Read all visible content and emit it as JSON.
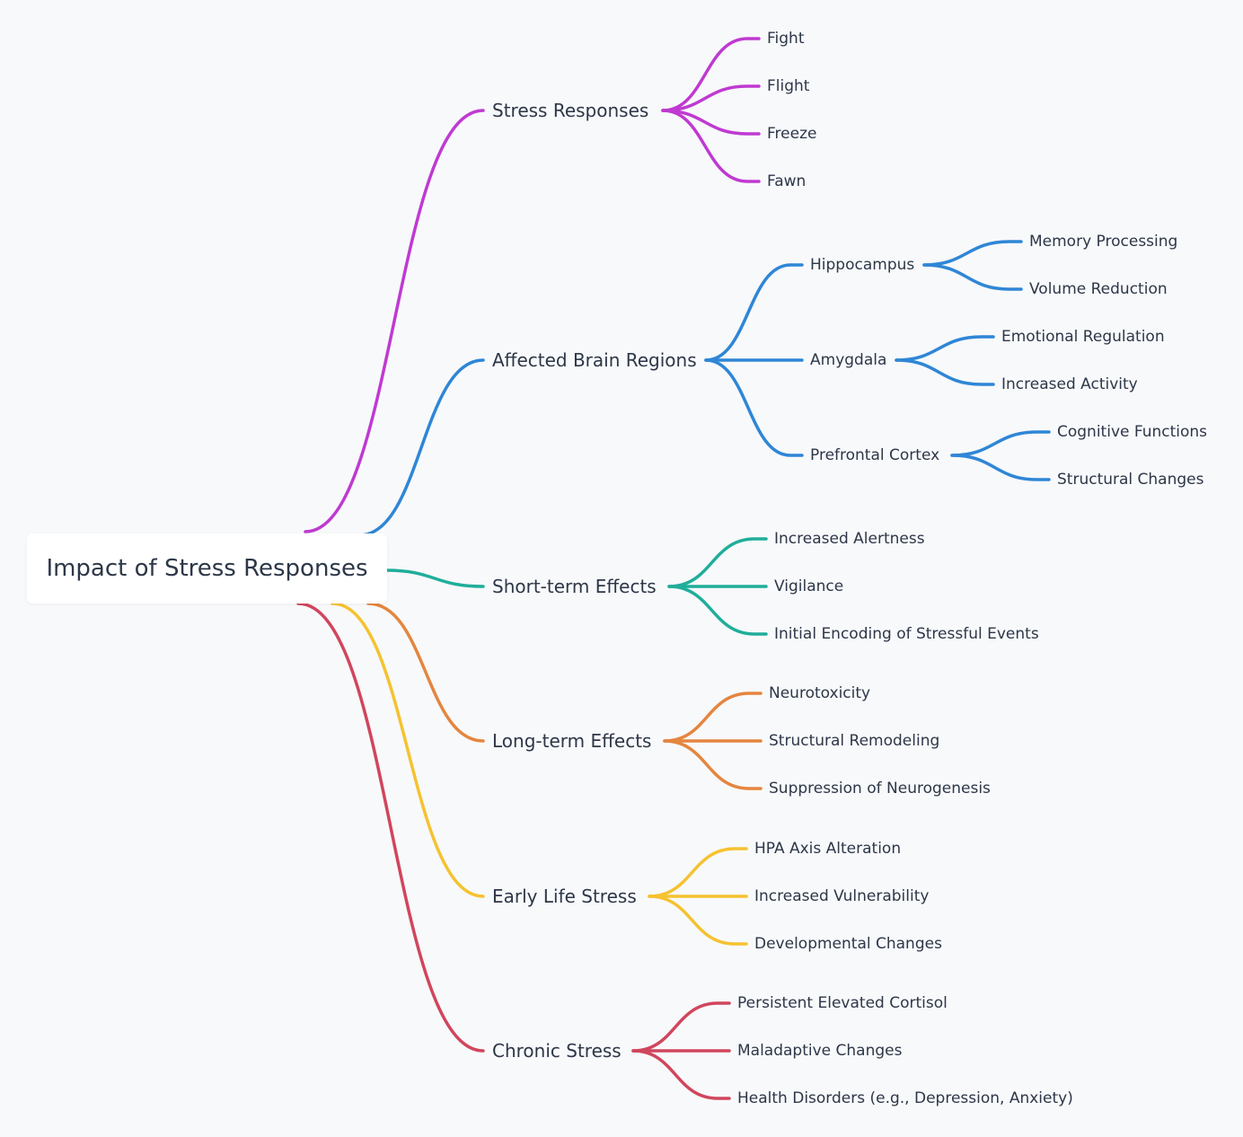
{
  "root": {
    "label": "Impact of Stress Responses"
  },
  "branches": [
    {
      "key": "stress-responses",
      "label": "Stress Responses",
      "color": "#bf3ad1",
      "children": [
        {
          "label": "Fight"
        },
        {
          "label": "Flight"
        },
        {
          "label": "Freeze"
        },
        {
          "label": "Fawn"
        }
      ]
    },
    {
      "key": "affected-brain-regions",
      "label": "Affected Brain Regions",
      "color": "#2f86d6",
      "children": [
        {
          "label": "Hippocampus",
          "children": [
            {
              "label": "Memory Processing"
            },
            {
              "label": "Volume Reduction"
            }
          ]
        },
        {
          "label": "Amygdala",
          "children": [
            {
              "label": "Emotional Regulation"
            },
            {
              "label": "Increased Activity"
            }
          ]
        },
        {
          "label": "Prefrontal Cortex",
          "children": [
            {
              "label": "Cognitive Functions"
            },
            {
              "label": "Structural Changes"
            }
          ]
        }
      ]
    },
    {
      "key": "short-term-effects",
      "label": "Short-term Effects",
      "color": "#1fae9a",
      "children": [
        {
          "label": "Increased Alertness"
        },
        {
          "label": "Vigilance"
        },
        {
          "label": "Initial Encoding of Stressful Events"
        }
      ]
    },
    {
      "key": "long-term-effects",
      "label": "Long-term Effects",
      "color": "#e5853f",
      "children": [
        {
          "label": "Neurotoxicity"
        },
        {
          "label": "Structural Remodeling"
        },
        {
          "label": "Suppression of Neurogenesis"
        }
      ]
    },
    {
      "key": "early-life-stress",
      "label": "Early Life Stress",
      "color": "#f5c230",
      "children": [
        {
          "label": "HPA Axis Alteration"
        },
        {
          "label": "Increased Vulnerability"
        },
        {
          "label": "Developmental Changes"
        }
      ]
    },
    {
      "key": "chronic-stress",
      "label": "Chronic Stress",
      "color": "#d0465d",
      "children": [
        {
          "label": "Persistent Elevated Cortisol"
        },
        {
          "label": "Maladaptive Changes"
        },
        {
          "label": "Health Disorders (e.g., Depression, Anxiety)"
        }
      ]
    }
  ]
}
